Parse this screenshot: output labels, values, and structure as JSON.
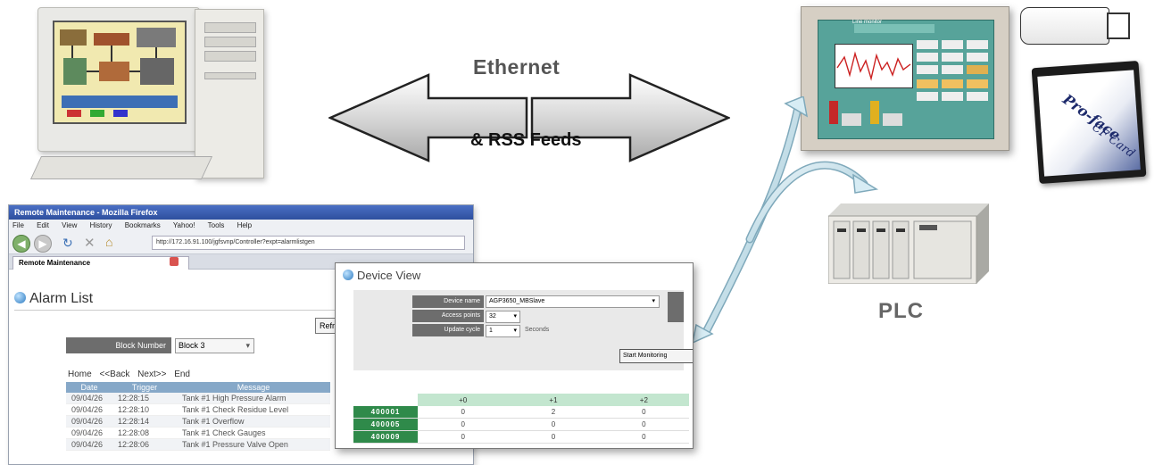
{
  "ethernet_label": "Ethernet",
  "rss_label": "& RSS Feeds",
  "plc_label": "PLC",
  "cf_card": {
    "brand": "Pro-face",
    "type": "CF Card"
  },
  "hmi": {
    "title": "Line monitor"
  },
  "browser": {
    "title": "Remote Maintenance - Mozilla Firefox",
    "menu": [
      "File",
      "Edit",
      "View",
      "History",
      "Bookmarks",
      "Yahoo!",
      "Tools",
      "Help"
    ],
    "url": "http://172.16.91.100/jgfsvnp/Controller?expt=alarmlistgen",
    "tab": "Remote Maintenance"
  },
  "alarm_list": {
    "title": "Alarm List",
    "refresh": "Refresh",
    "block_label": "Block Number",
    "block_value": "Block 3",
    "pager": [
      "Home",
      "<<Back",
      "Next>>",
      "End"
    ],
    "columns": [
      "Date",
      "Trigger",
      "Message"
    ],
    "rows": [
      [
        "09/04/26",
        "12:28:15",
        "Tank #1 High Pressure Alarm"
      ],
      [
        "09/04/26",
        "12:28:10",
        "Tank #1 Check Residue Level"
      ],
      [
        "09/04/26",
        "12:28:14",
        "Tank #1 Overflow"
      ],
      [
        "09/04/26",
        "12:28:08",
        "Tank #1 Check Gauges"
      ],
      [
        "09/04/26",
        "12:28:06",
        "Tank #1 Pressure Valve Open"
      ]
    ]
  },
  "device_view": {
    "title": "Device View",
    "device_label": "Device name",
    "device_value": "AGP3650_MBSlave",
    "access_label": "Access points",
    "access_value": "32",
    "update_label": "Update cycle",
    "update_value": "1",
    "update_unit": "Seconds",
    "start_button": "Start Monitoring",
    "columns": [
      "",
      "+0",
      "+1",
      "+2"
    ],
    "rows": [
      [
        "400001",
        "0",
        "2",
        "0"
      ],
      [
        "400005",
        "0",
        "0",
        "0"
      ],
      [
        "400009",
        "0",
        "0",
        "0"
      ]
    ]
  }
}
